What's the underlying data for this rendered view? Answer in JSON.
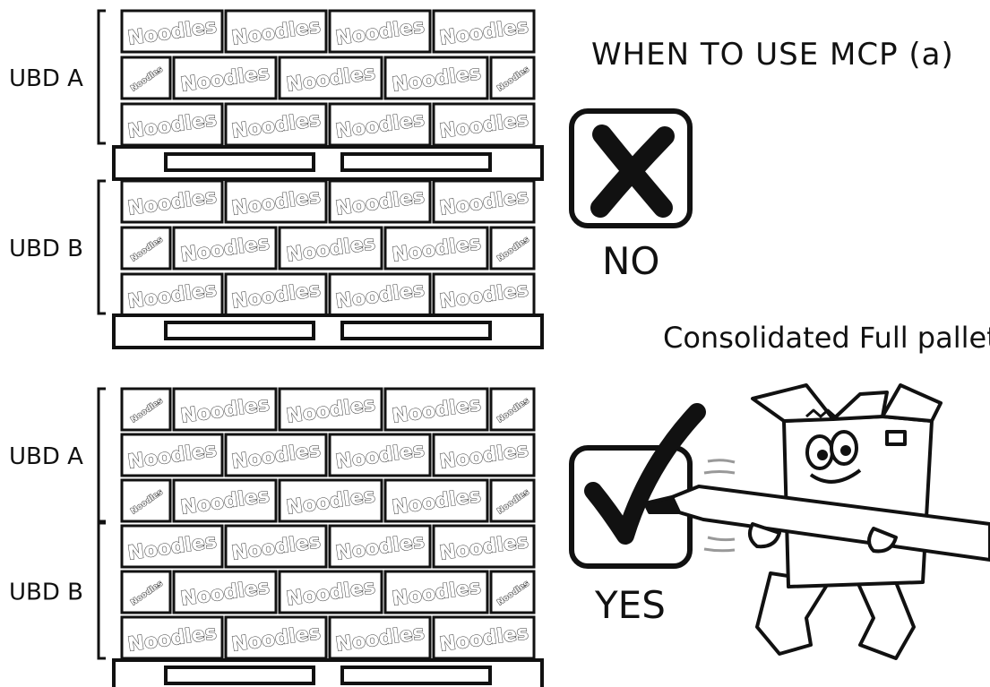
{
  "title": "WHEN TO USE MCP (a)",
  "no_label": "NO",
  "yes_label": "YES",
  "subtitle": "Consolidated Full pallet",
  "box_text": "Noodles",
  "top_pallet": {
    "brackets": [
      "UBD A",
      "UBD B"
    ]
  },
  "bottom_pallet": {
    "brackets": [
      "UBD A",
      "UBD B"
    ]
  },
  "no_icon": "x-mark-icon",
  "yes_icon": "checkmark-icon",
  "mascot_icon": "box-mascot-icon"
}
